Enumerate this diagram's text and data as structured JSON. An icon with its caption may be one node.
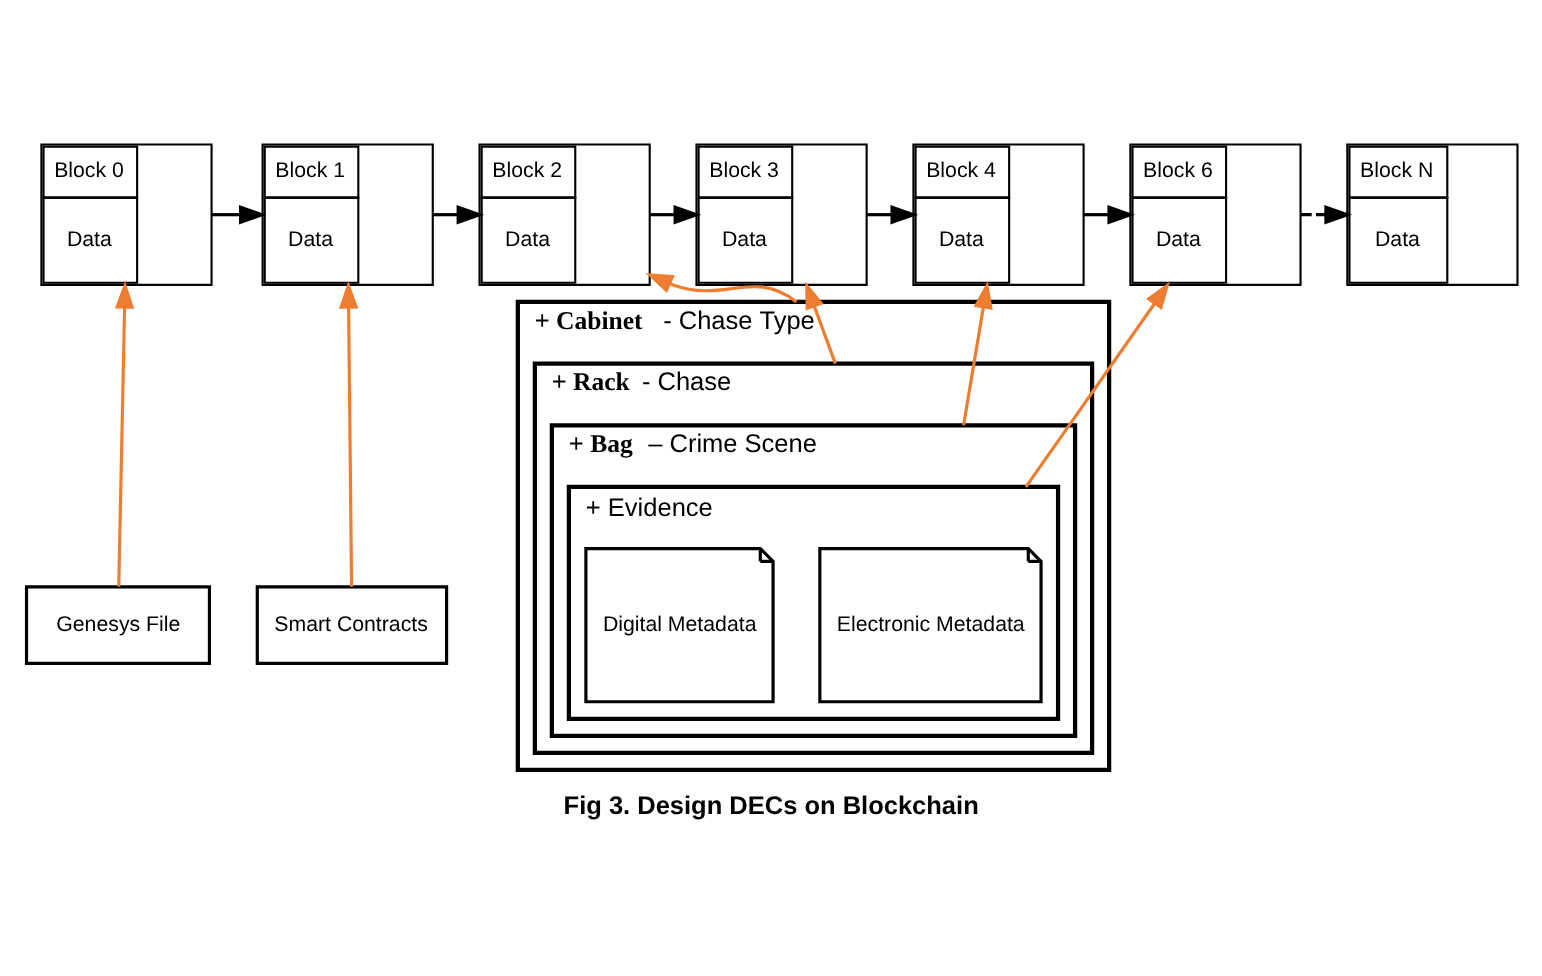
{
  "diagram": {
    "caption": "Fig 3. Design DECs on Blockchain",
    "nodes": [
      {
        "text": [
          "Block 0",
          "Data"
        ]
      },
      {
        "text": [
          "Block 1",
          "Data"
        ]
      },
      {
        "text": [
          "Block 2",
          "Data"
        ]
      },
      {
        "text": [
          "Block 3",
          "Data"
        ]
      },
      {
        "text": [
          "Block 4",
          "Data"
        ]
      },
      {
        "text": [
          "Block 6",
          "Data"
        ]
      },
      {
        "text": [
          "Block N",
          "Data"
        ]
      },
      {
        "text": [
          "Genesys File"
        ]
      },
      {
        "text": [
          "Smart Contracts"
        ]
      },
      {
        "text": [
          "+ **Cabinet** - Chase Type"
        ]
      },
      {
        "text": [
          "+ **Rack** - Chase"
        ],
        "in": 9
      },
      {
        "text": [
          "+ **Bag** – Crime Scene"
        ],
        "in": 10
      },
      {
        "text": [
          "+ Evidence"
        ],
        "in": 11
      },
      {
        "text": [
          "Electronic Metadata"
        ],
        "in": 12
      },
      {
        "text": [
          "Digital Metadata"
        ],
        "in": 12
      }
    ],
    "edges": [
      {
        "from": 0,
        "to": 1,
        "arrow": "to"
      },
      {
        "from": 1,
        "to": 2,
        "arrow": "to"
      },
      {
        "from": 2,
        "to": 3,
        "arrow": "to"
      },
      {
        "from": 3,
        "to": 4,
        "arrow": "to"
      },
      {
        "from": 4,
        "to": 5,
        "arrow": "to"
      },
      {
        "from": 5,
        "to": 6,
        "arrow": "to",
        "style": "dashed"
      },
      {
        "from": 7,
        "to": 0,
        "arrow": "to",
        "color": "#ed7d31"
      },
      {
        "from": 8,
        "to": 1,
        "arrow": "to",
        "color": "#ed7d31"
      },
      {
        "from": 9,
        "to": 2,
        "arrow": "to",
        "color": "#ed7d31"
      },
      {
        "from": 10,
        "to": 3,
        "arrow": "to",
        "color": "#ed7d31"
      },
      {
        "from": 11,
        "to": 4,
        "arrow": "to",
        "color": "#ed7d31"
      },
      {
        "from": 12,
        "to": 5,
        "arrow": "to",
        "color": "#ed7d31"
      }
    ]
  }
}
